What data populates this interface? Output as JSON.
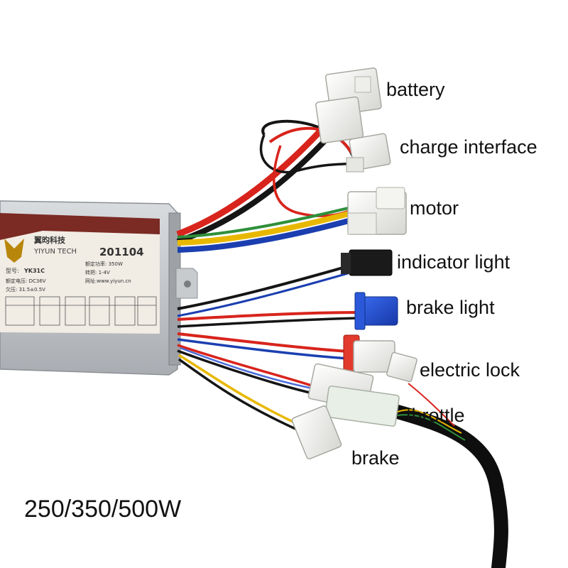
{
  "labels": {
    "battery": "battery",
    "charge_interface": "charge interface",
    "motor": "motor",
    "indicator_light": "indicator light",
    "brake_light": "brake light",
    "electric_lock": "electric lock",
    "throttle": "throttle",
    "brake": "brake"
  },
  "power_rating": "250/350/500W",
  "controller_plate": {
    "brand_cn": "翼昀科技",
    "brand_en": "YIYUN TECH",
    "model_prefix": "型号:",
    "model": "YK31C",
    "code": "201104",
    "rated_voltage": "额定电压: DC36V",
    "undervoltage": "欠压: 31.5±0.5V",
    "rated_power": "额定功率: 350W",
    "throttle_range": "转把: 1-4V",
    "website": "网址:www.yiyun.cn"
  },
  "colors": {
    "red_wire": "#d8241c",
    "yellow_wire": "#e8b800",
    "blue_wire": "#1b3fb0",
    "black_wire": "#151515",
    "housing": "#c6c9cc",
    "brake_light_connector": "#1f4fd1"
  }
}
